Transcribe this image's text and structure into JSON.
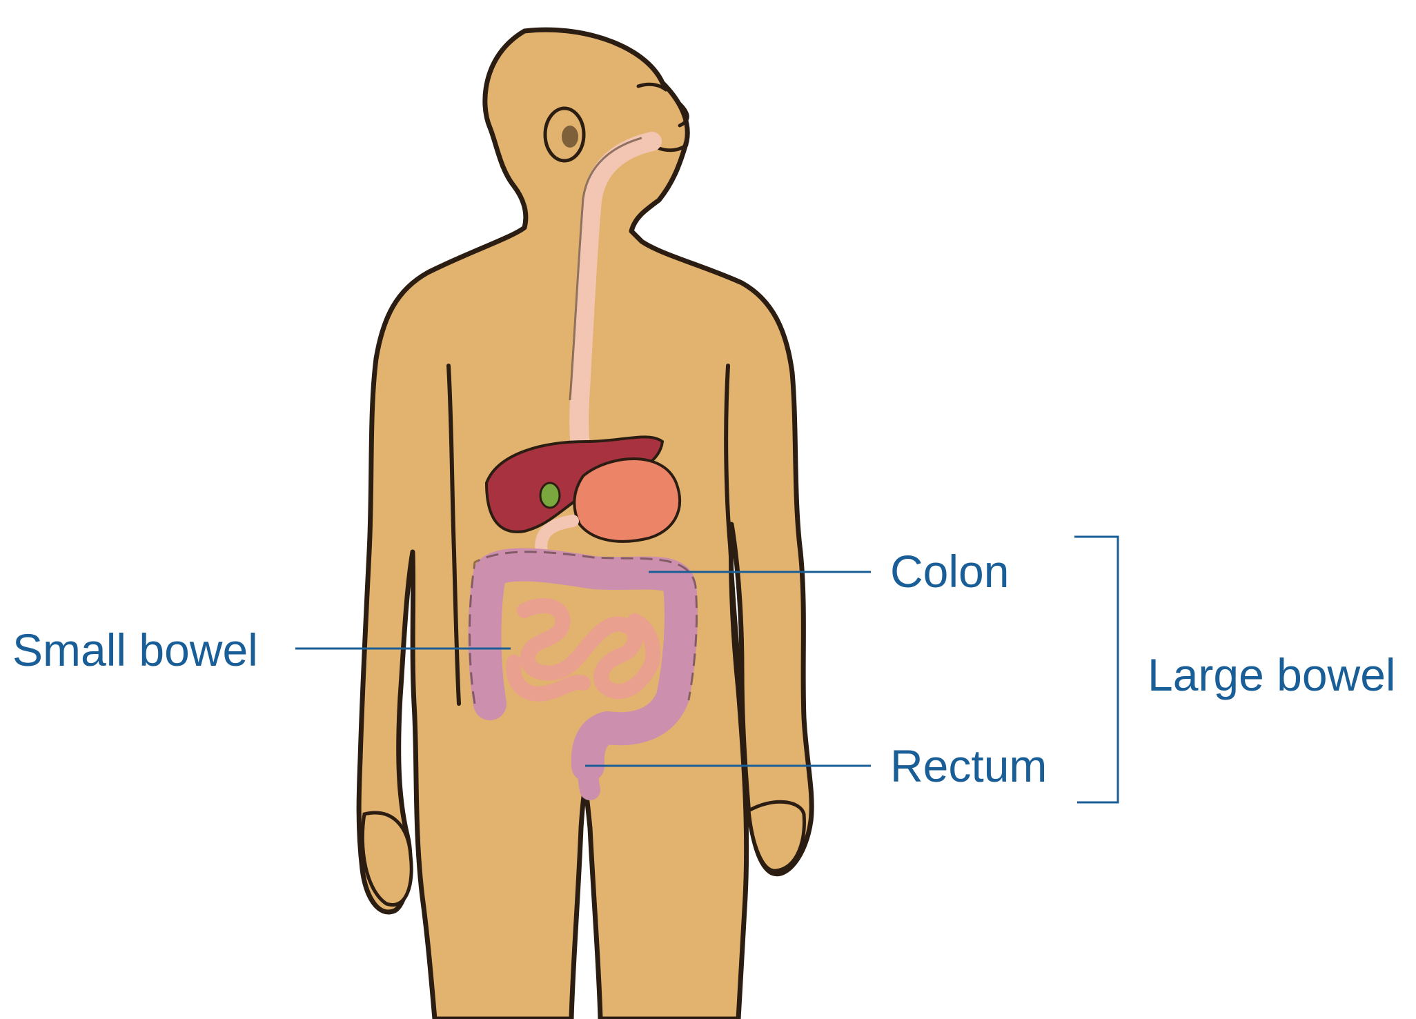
{
  "colors": {
    "label": "#1a5e97",
    "skin": "#e2b36e",
    "skin_outline": "#2b1d12",
    "esophagus": "#f2c6b2",
    "liver": "#a8323f",
    "stomach": "#ec8468",
    "gallbladder": "#7aa83e",
    "colon": "#cc8fae",
    "small_bowel": "#e9a08e"
  },
  "labels": {
    "small_bowel": "Small bowel",
    "colon": "Colon",
    "rectum": "Rectum",
    "large_bowel": "Large bowel"
  }
}
